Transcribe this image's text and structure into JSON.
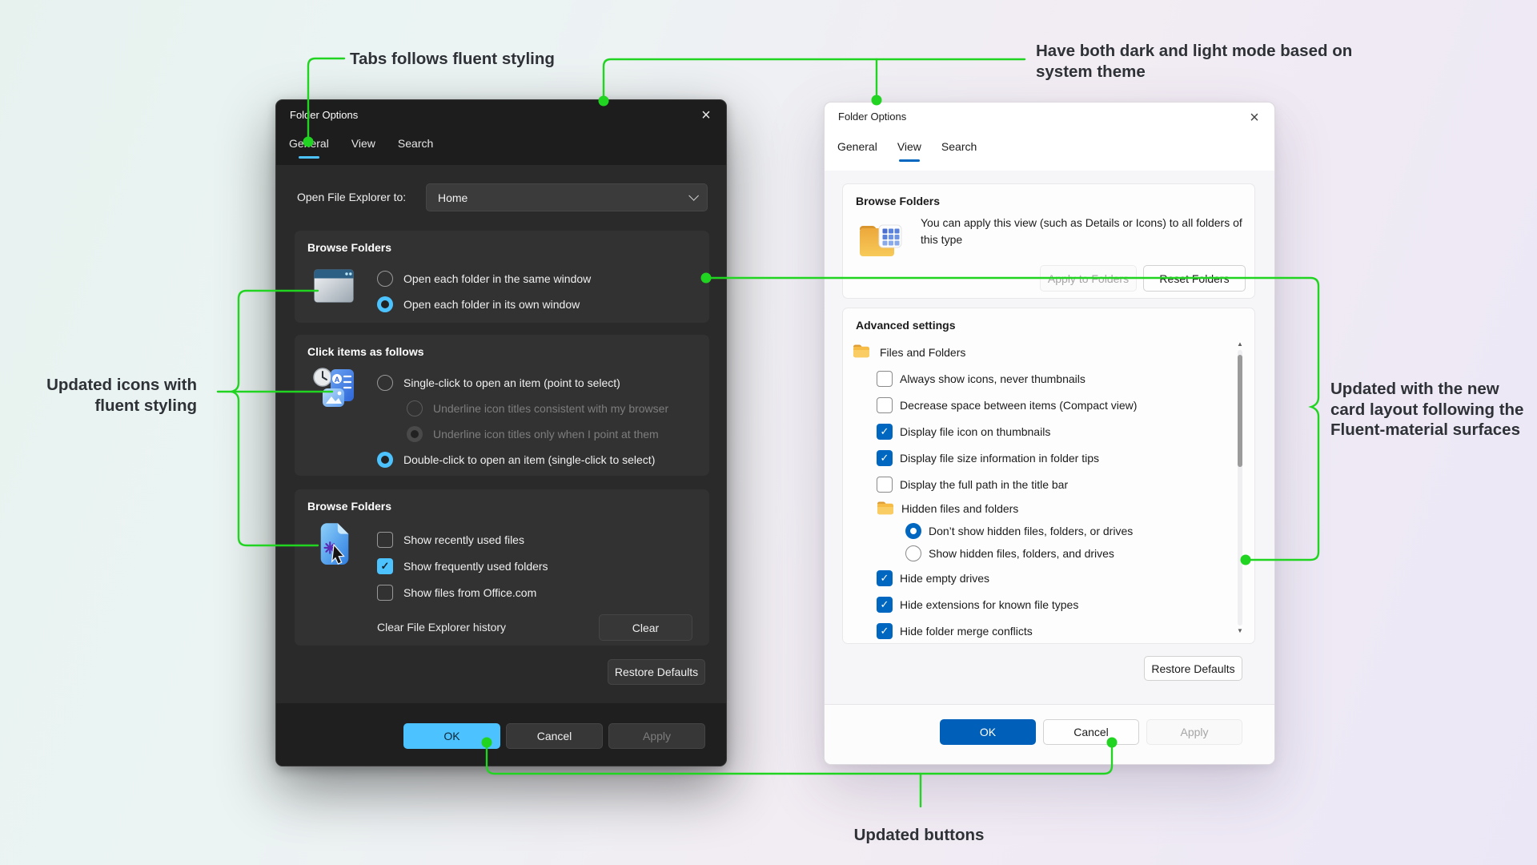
{
  "colors": {
    "annotation_green": "#21d421",
    "dark_accent": "#4cc2ff",
    "light_accent": "#005fb8",
    "light_checkbox_accent": "#0067c0"
  },
  "annotations": {
    "tabs_note": "Tabs follows fluent styling",
    "theme_note_line1": "Have both dark and light mode based on",
    "theme_note_line2": "system theme",
    "icons_note_line1": "Updated icons with",
    "icons_note_line2": "fluent styling",
    "card_note_line1": "Updated with the new",
    "card_note_line2": "card layout following the",
    "card_note_line3": "Fluent-material surfaces",
    "buttons_note": "Updated buttons"
  },
  "dark_dialog": {
    "title": "Folder Options",
    "tabs": [
      {
        "label": "General"
      },
      {
        "label": "View"
      },
      {
        "label": "Search"
      }
    ],
    "open_to": {
      "label": "Open File Explorer to:",
      "value": "Home"
    },
    "browse_card": {
      "header": "Browse Folders",
      "options": [
        {
          "label": "Open each folder in the same window",
          "checked": false
        },
        {
          "label": "Open each folder in its own window",
          "checked": true
        }
      ]
    },
    "click_card": {
      "header": "Click items as follows",
      "options": [
        {
          "label": "Single-click to open an item (point to select)",
          "checked": false
        },
        {
          "label": "Underline icon titles consistent with my browser",
          "checked": false,
          "disabled": true
        },
        {
          "label": "Underline icon titles only when I point at them",
          "checked": true,
          "disabled": true
        },
        {
          "label": "Double-click to open an item (single-click to select)",
          "checked": true
        }
      ]
    },
    "privacy_card": {
      "header": "Browse Folders",
      "options": [
        {
          "label": "Show recently used files",
          "checked": false
        },
        {
          "label": "Show frequently used folders",
          "checked": true
        },
        {
          "label": "Show files from Office.com",
          "checked": false
        }
      ],
      "clear_label": "Clear File Explorer history",
      "clear_button": "Clear"
    },
    "restore_button": "Restore Defaults",
    "ok_button": "OK",
    "cancel_button": "Cancel",
    "apply_button": "Apply"
  },
  "light_dialog": {
    "title": "Folder Options",
    "tabs": [
      {
        "label": "General"
      },
      {
        "label": "View"
      },
      {
        "label": "Search"
      }
    ],
    "browse_card": {
      "header": "Browse Folders",
      "description": "You can apply this view (such as Details or Icons) to all folders of this type",
      "apply_button": "Apply to Folders",
      "reset_button": "Reset Folders"
    },
    "advanced_card": {
      "header": "Advanced settings",
      "tree": [
        {
          "label": "Files and Folders",
          "kind": "folder"
        },
        {
          "label": "Always show icons, never thumbnails",
          "kind": "checkbox",
          "checked": false
        },
        {
          "label": "Decrease space between items (Compact view)",
          "kind": "checkbox",
          "checked": false
        },
        {
          "label": "Display file icon on thumbnails",
          "kind": "checkbox",
          "checked": true
        },
        {
          "label": "Display file size information in folder tips",
          "kind": "checkbox",
          "checked": true
        },
        {
          "label": "Display the full path in the title bar",
          "kind": "checkbox",
          "checked": false
        },
        {
          "label": "Hidden files and folders",
          "kind": "folder"
        },
        {
          "label": "Don’t show hidden files, folders, or drives",
          "kind": "radio",
          "checked": true
        },
        {
          "label": "Show hidden files, folders, and drives",
          "kind": "radio",
          "checked": false
        },
        {
          "label": "Hide empty drives",
          "kind": "checkbox",
          "checked": true
        },
        {
          "label": "Hide extensions for known file types",
          "kind": "checkbox",
          "checked": true
        },
        {
          "label": "Hide folder merge conflicts",
          "kind": "checkbox",
          "checked": true
        }
      ]
    },
    "restore_button": "Restore Defaults",
    "ok_button": "OK",
    "cancel_button": "Cancel",
    "apply_button": "Apply"
  }
}
